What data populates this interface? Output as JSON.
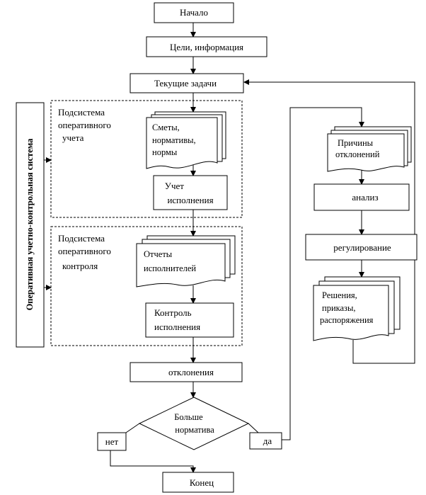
{
  "nodes": {
    "start": "Начало",
    "goals": "Цели, информация",
    "tasks": "Текущие задачи",
    "side_system": "Оперативная учетно-контрольная система",
    "accounting_subsystem": [
      "Подсистема",
      "оперативного",
      "учета"
    ],
    "estimates_doc": [
      "Сметы,",
      "нормативы,",
      "нормы"
    ],
    "execution_accounting": [
      "Учет",
      "исполнения"
    ],
    "control_subsystem": [
      "Подсистема",
      "оперативного",
      "контроля"
    ],
    "reports_doc": [
      "Отчеты",
      "исполнителей"
    ],
    "execution_control": [
      "Контроль",
      "исполнения"
    ],
    "deviations": "отклонения",
    "decision": [
      "Больше",
      "норматива"
    ],
    "no": "нет",
    "yes": "да",
    "end": "Конец",
    "causes_doc": [
      "Причины",
      "отклонений"
    ],
    "analysis": "анализ",
    "regulation": "регулирование",
    "decisions_doc": [
      "Решения,",
      "приказы,",
      "распоряжения"
    ]
  }
}
